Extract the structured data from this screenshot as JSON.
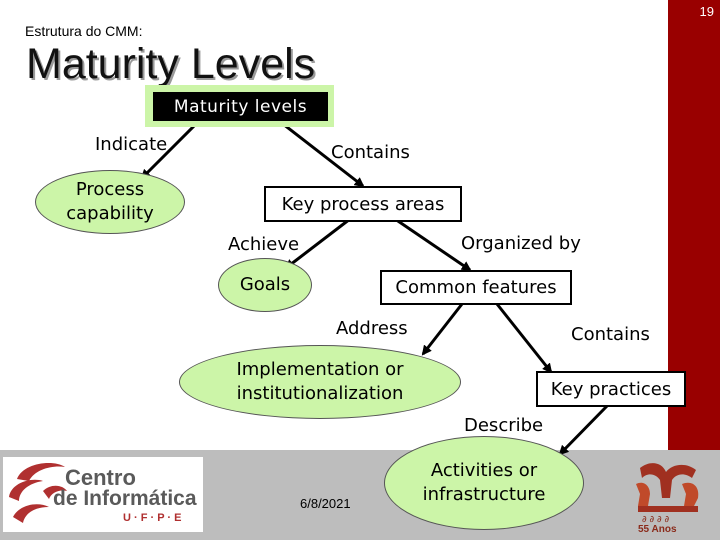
{
  "slide_number": "19",
  "subtitle": "Estrutura do CMM:",
  "title": "Maturity Levels",
  "diagram": {
    "maturity_levels": "Maturity levels",
    "indicate": "Indicate",
    "process_capability": "Process capability",
    "contains_1": "Contains",
    "key_process_areas": "Key process areas",
    "achieve": "Achieve",
    "organized_by": "Organized by",
    "goals": "Goals",
    "common_features": "Common features",
    "address": "Address",
    "contains_2": "Contains",
    "implementation": "Implementation or institutionalization",
    "key_practices": "Key practices",
    "describe": "Describe",
    "activities": "Activities or infrastructure"
  },
  "footer": {
    "date": "6/8/2021",
    "logo_line1": "Centro",
    "logo_line2": "de Informática",
    "logo_line3": "U · F · P · E",
    "crest_text": "55 Anos"
  },
  "colors": {
    "accent_red": "#990000",
    "ellipse_green": "#ccf5a8",
    "footer_gray": "#bdbdbd"
  }
}
